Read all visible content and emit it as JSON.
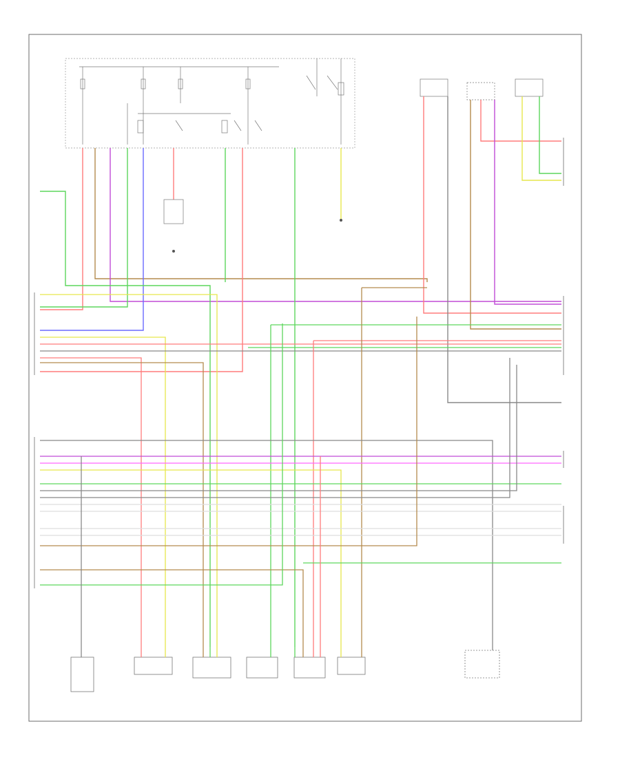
{
  "diagram": {
    "footer_code": "",
    "components": [
      {
        "id": "c1",
        "label": ""
      },
      {
        "id": "c2",
        "label": ""
      },
      {
        "id": "c3",
        "label": ""
      },
      {
        "id": "c4",
        "label": ""
      },
      {
        "id": "c5",
        "label": ""
      },
      {
        "id": "c6",
        "label": ""
      },
      {
        "id": "c7",
        "label": ""
      }
    ],
    "colors": {
      "red": "#ff7b7b",
      "green": "#5cd65c",
      "purple": "#c04bd6",
      "pink": "#ff66ff",
      "yellow": "#e6e64c",
      "tan": "#b38a4d",
      "blue": "#6a6aff",
      "gray": "#888888",
      "frame": "#6b6b6b"
    }
  }
}
